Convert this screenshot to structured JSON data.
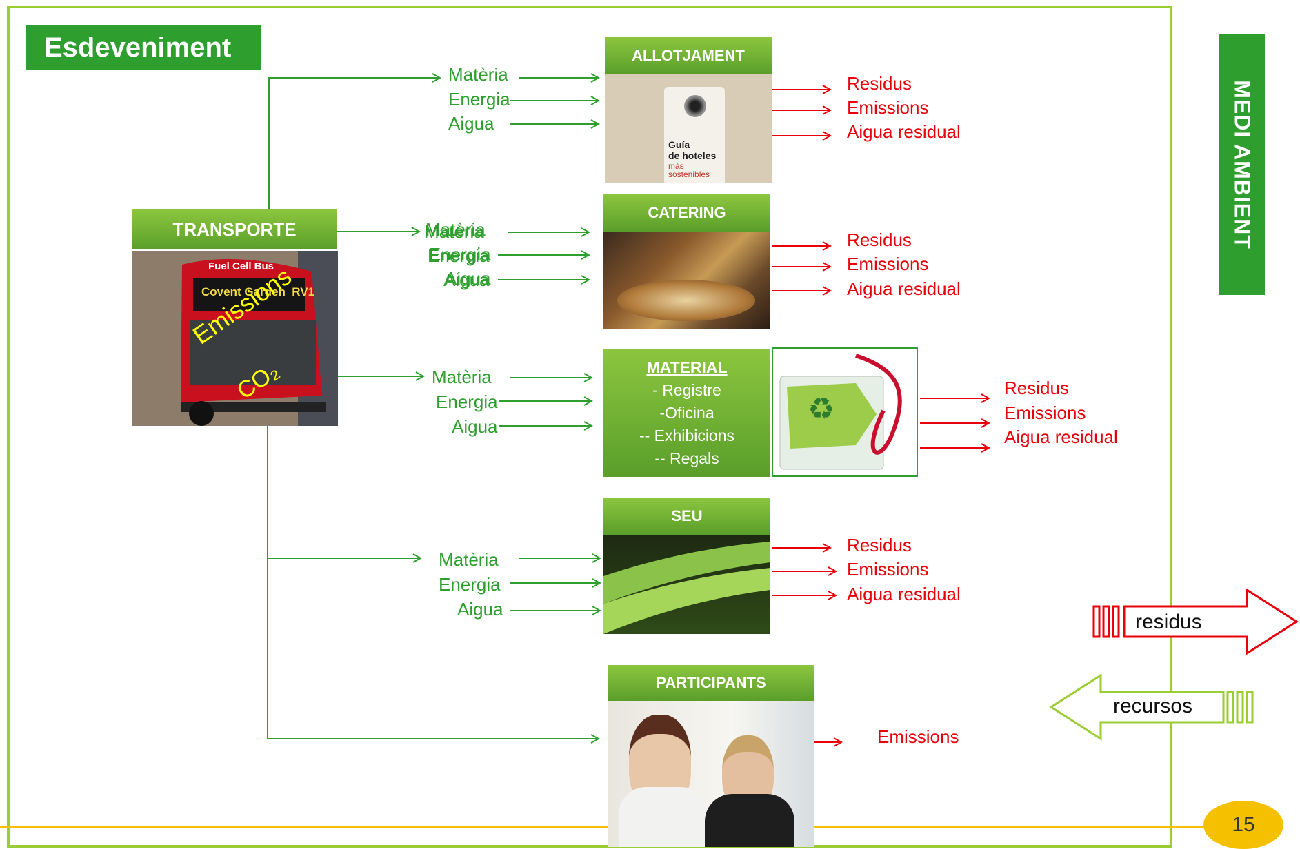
{
  "title": "Esdeveniment",
  "side_label": "MEDI AMBIENT",
  "page_number": "15",
  "transport": {
    "label": "TRANSPORTE",
    "bus_sign": "Fuel Cell Bus",
    "bus_dest": "Covent Garden  RV1",
    "overlay_emissions": "Emissions",
    "overlay_co2": "CO₂"
  },
  "inputs": [
    "Matèria",
    "Energia",
    "Aigua"
  ],
  "outputs": [
    "Residus",
    "Emissions",
    "Aigua residual"
  ],
  "nodes": {
    "allotjament": {
      "label": "ALLOTJAMENT",
      "sign_line1": "Guía",
      "sign_line2": "de hoteles",
      "sign_line3": "más",
      "sign_line4": "sostenibles"
    },
    "catering": {
      "label": "CATERING"
    },
    "material": {
      "label": "MATERIAL",
      "items": [
        "- Registre",
        "-Oficina",
        "-- Exhibicions",
        "-- Regals"
      ]
    },
    "seu": {
      "label": "SEU"
    },
    "participants": {
      "label": "PARTICIPANTS",
      "output": "Emissions"
    }
  },
  "legend": {
    "residus": "residus",
    "recursos": "recursos"
  },
  "colors": {
    "green": "#2e9e2e",
    "red": "#e8000b",
    "lime": "#9acd32",
    "gold": "#f5c000"
  }
}
